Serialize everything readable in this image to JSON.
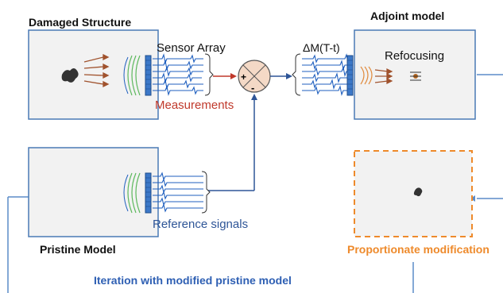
{
  "titles": {
    "damaged": "Damaged Structure",
    "adjoint": "Adjoint model",
    "pristine": "Pristine Model",
    "proportionate": "Proportionate modification"
  },
  "labels": {
    "sensor_array": "Sensor Array",
    "measurements": "Measurements",
    "delta_m": "ΔM(T-t)",
    "refocusing": "Refocusing",
    "reference_signals": "Reference signals",
    "iteration": "Iteration with modified pristine model"
  },
  "operator": {
    "plus": "+",
    "minus": "-"
  },
  "colors": {
    "box_stroke": "#4a7ab5",
    "box_fill": "#f2f2f2",
    "sensor_fill": "#3c78c8",
    "wave_blue": "#1f5fbf",
    "measurement_red": "#c0392b",
    "reference_blue": "#2e5597",
    "dashed_orange": "#ee8a2b",
    "link_blue": "#3d6fb3",
    "arrow_red": "#c0392b"
  }
}
